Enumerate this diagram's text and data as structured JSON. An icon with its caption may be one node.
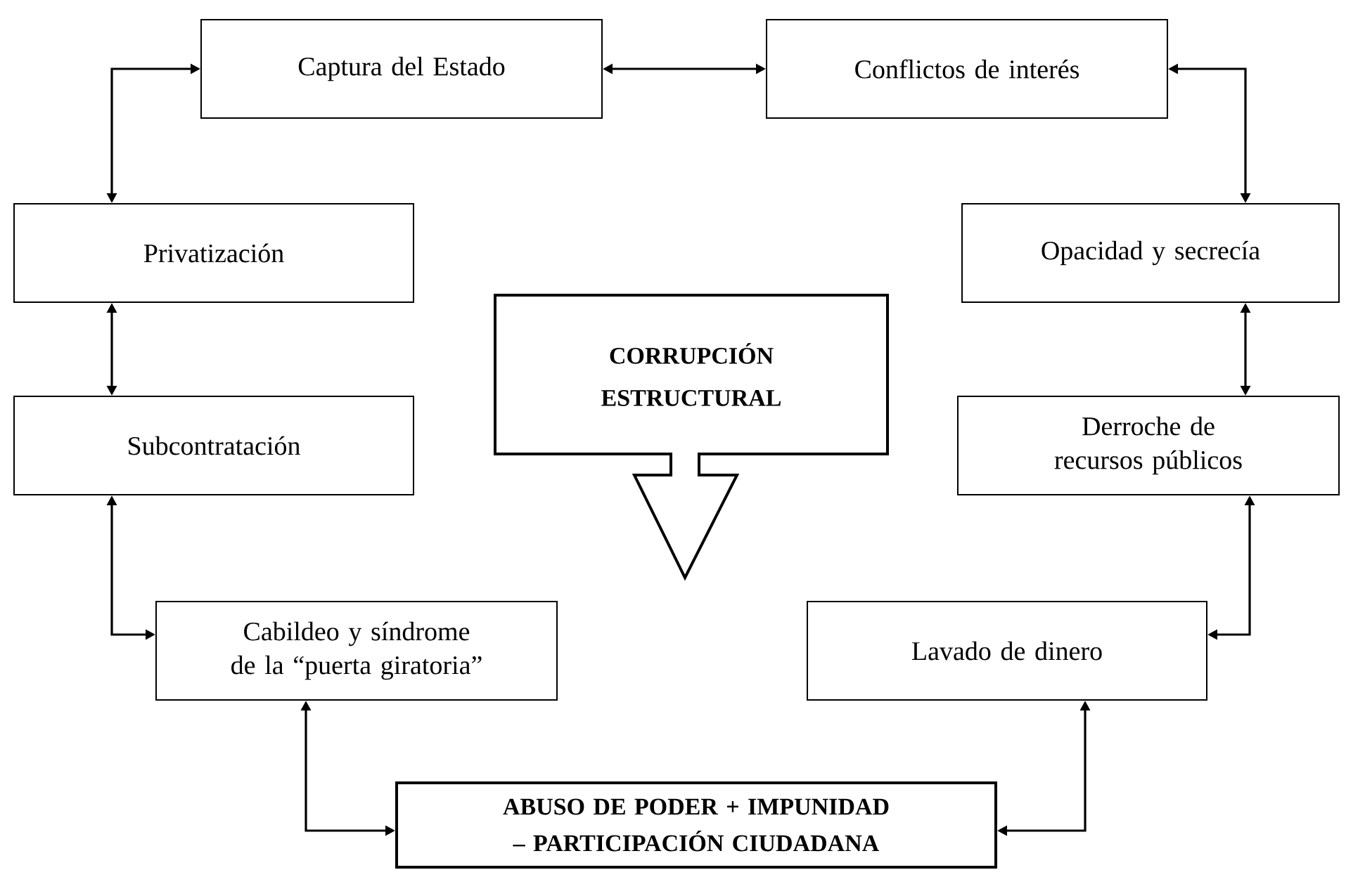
{
  "diagram": {
    "nodes": [
      {
        "text": [
          "Captura del Estado"
        ]
      },
      {
        "text": [
          "Conflictos de interés"
        ]
      },
      {
        "text": [
          "Privatización"
        ]
      },
      {
        "text": [
          "Opacidad y secrecía"
        ]
      },
      {
        "text": [
          "CORRUPCIÓN ESTRUCTURAL"
        ]
      },
      {
        "text": [
          "Subcontratación"
        ]
      },
      {
        "text": [
          "Derroche de recursos públicos"
        ]
      },
      {
        "text": [
          "Cabildeo y síndrome de la “puerta giratoria”"
        ]
      },
      {
        "text": [
          "Lavado de dinero"
        ]
      },
      {
        "text": [
          "ABUSO DE PODER + IMPUNIDAD – PARTICIPACIÓN CIUDADANA"
        ]
      }
    ],
    "edges": [
      {
        "from": 0,
        "to": 1,
        "arrow": "both"
      },
      {
        "from": 2,
        "to": 0,
        "arrow": "both"
      },
      {
        "from": 2,
        "to": 5,
        "arrow": "both"
      },
      {
        "from": 5,
        "to": 7,
        "arrow": "both"
      },
      {
        "from": 7,
        "to": 9,
        "arrow": "both"
      },
      {
        "from": 1,
        "to": 3,
        "arrow": "both"
      },
      {
        "from": 3,
        "to": 6,
        "arrow": "both"
      },
      {
        "from": 6,
        "to": 8,
        "arrow": "both"
      },
      {
        "from": 8,
        "to": 9,
        "arrow": "both"
      }
    ]
  }
}
